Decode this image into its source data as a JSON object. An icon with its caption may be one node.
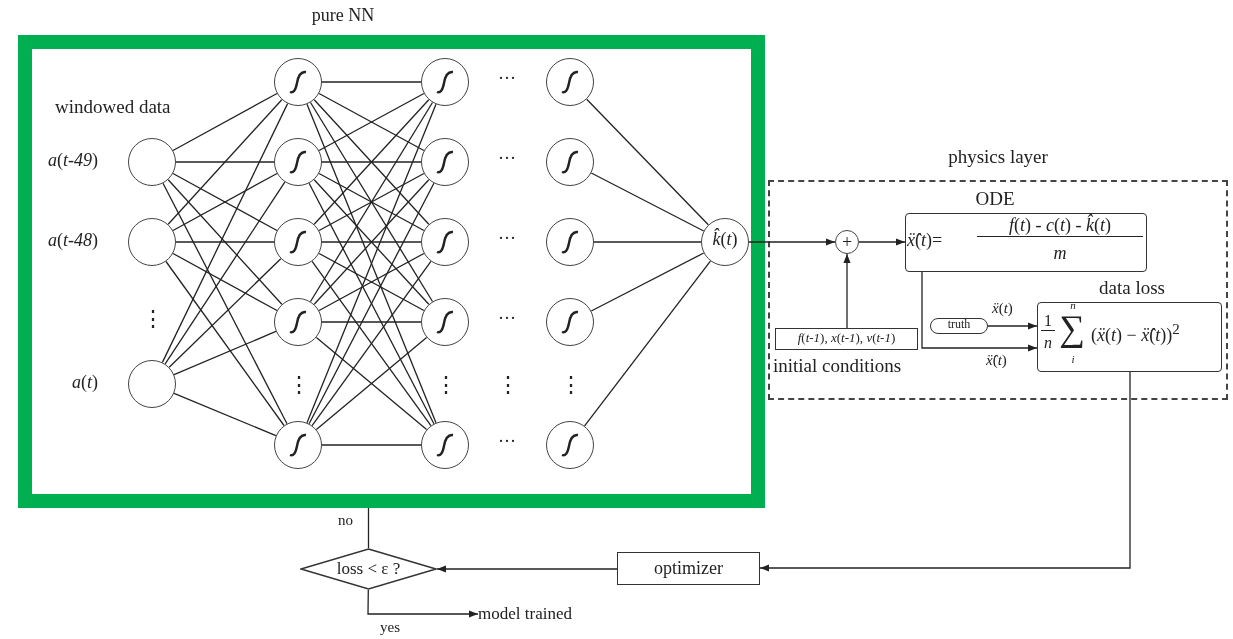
{
  "diagram": {
    "nodes": [
      {
        "text": [
          "pure NN"
        ]
      },
      {
        "text": [],
        "shape": "circle",
        "in": 0,
        "beside": [
          "*a*(*t-49*)"
        ]
      },
      {
        "text": [],
        "shape": "circle",
        "in": 0,
        "beside": [
          "*a*(*t-48*)"
        ]
      },
      {
        "text": [],
        "shape": "circle",
        "in": 0,
        "beside": [
          "*a*(*t*)"
        ]
      },
      {
        "text": [],
        "shape": "circle",
        "in": 0
      },
      {
        "text": [],
        "shape": "circle",
        "in": 0
      },
      {
        "text": [],
        "shape": "circle",
        "in": 0
      },
      {
        "text": [],
        "shape": "circle",
        "in": 0
      },
      {
        "text": [],
        "shape": "circle",
        "in": 0
      },
      {
        "text": [],
        "shape": "circle",
        "in": 0
      },
      {
        "text": [],
        "shape": "circle",
        "in": 0
      },
      {
        "text": [],
        "shape": "circle",
        "in": 0
      },
      {
        "text": [],
        "shape": "circle",
        "in": 0
      },
      {
        "text": [],
        "shape": "circle",
        "in": 0
      },
      {
        "text": [],
        "shape": "circle",
        "in": 0
      },
      {
        "text": [],
        "shape": "circle",
        "in": 0
      },
      {
        "text": [],
        "shape": "circle",
        "in": 0
      },
      {
        "text": [],
        "shape": "circle",
        "in": 0
      },
      {
        "text": [],
        "shape": "circle",
        "in": 0
      },
      {
        "text": [
          "*k̂*(*t*)"
        ],
        "in": 0
      },
      {
        "text": [
          "physics layer"
        ]
      },
      {
        "text": [
          "+"
        ],
        "in": 20
      },
      {
        "text": [
          "ODE",
          "*ẍ̂*(*t*)=",
          "*f*(*t*) - *c*(*t*) - *k̂*(*t*)",
          "*m*"
        ],
        "in": 20
      },
      {
        "text": [
          "*f*(*t-1*), *x*(*t-1*), *v*(*t-1*)",
          "initial conditions"
        ],
        "in": 20
      },
      {
        "text": [
          "truth"
        ],
        "in": 20
      },
      {
        "text": [
          "data loss",
          "1",
          "*n*",
          "*n*",
          "∑",
          "*i*",
          "(*ẍ*(*t*) − *ẍ̂*(*t*))$^{2}$"
        ],
        "in": 20
      },
      {
        "text": [
          "optimizer"
        ]
      },
      {
        "text": [
          "loss < ε ?"
        ]
      },
      {
        "text": [
          "model trained"
        ]
      }
    ],
    "edges": [
      {
        "from": 1,
        "to": 4,
        "arrow": "none"
      },
      {
        "from": 1,
        "to": 5,
        "arrow": "none"
      },
      {
        "from": 1,
        "to": 6,
        "arrow": "none"
      },
      {
        "from": 1,
        "to": 7,
        "arrow": "none"
      },
      {
        "from": 1,
        "to": 8,
        "arrow": "none"
      },
      {
        "from": 2,
        "to": 4,
        "arrow": "none"
      },
      {
        "from": 2,
        "to": 5,
        "arrow": "none"
      },
      {
        "from": 2,
        "to": 6,
        "arrow": "none"
      },
      {
        "from": 2,
        "to": 7,
        "arrow": "none"
      },
      {
        "from": 2,
        "to": 8,
        "arrow": "none"
      },
      {
        "from": 3,
        "to": 4,
        "arrow": "none"
      },
      {
        "from": 3,
        "to": 5,
        "arrow": "none"
      },
      {
        "from": 3,
        "to": 6,
        "arrow": "none"
      },
      {
        "from": 3,
        "to": 7,
        "arrow": "none"
      },
      {
        "from": 3,
        "to": 8,
        "arrow": "none"
      },
      {
        "from": 4,
        "to": 9,
        "arrow": "none"
      },
      {
        "from": 4,
        "to": 10,
        "arrow": "none"
      },
      {
        "from": 4,
        "to": 11,
        "arrow": "none"
      },
      {
        "from": 4,
        "to": 12,
        "arrow": "none"
      },
      {
        "from": 4,
        "to": 13,
        "arrow": "none"
      },
      {
        "from": 5,
        "to": 9,
        "arrow": "none"
      },
      {
        "from": 5,
        "to": 10,
        "arrow": "none"
      },
      {
        "from": 5,
        "to": 11,
        "arrow": "none"
      },
      {
        "from": 5,
        "to": 12,
        "arrow": "none"
      },
      {
        "from": 5,
        "to": 13,
        "arrow": "none"
      },
      {
        "from": 6,
        "to": 9,
        "arrow": "none"
      },
      {
        "from": 6,
        "to": 10,
        "arrow": "none"
      },
      {
        "from": 6,
        "to": 11,
        "arrow": "none"
      },
      {
        "from": 6,
        "to": 12,
        "arrow": "none"
      },
      {
        "from": 6,
        "to": 13,
        "arrow": "none"
      },
      {
        "from": 7,
        "to": 9,
        "arrow": "none"
      },
      {
        "from": 7,
        "to": 10,
        "arrow": "none"
      },
      {
        "from": 7,
        "to": 11,
        "arrow": "none"
      },
      {
        "from": 7,
        "to": 12,
        "arrow": "none"
      },
      {
        "from": 7,
        "to": 13,
        "arrow": "none"
      },
      {
        "from": 8,
        "to": 9,
        "arrow": "none"
      },
      {
        "from": 8,
        "to": 10,
        "arrow": "none"
      },
      {
        "from": 8,
        "to": 11,
        "arrow": "none"
      },
      {
        "from": 8,
        "to": 12,
        "arrow": "none"
      },
      {
        "from": 8,
        "to": 13,
        "arrow": "none"
      },
      {
        "from": 14,
        "to": 19,
        "arrow": "none"
      },
      {
        "from": 15,
        "to": 19,
        "arrow": "none"
      },
      {
        "from": 16,
        "to": 19,
        "arrow": "none"
      },
      {
        "from": 17,
        "to": 19,
        "arrow": "none"
      },
      {
        "from": 18,
        "to": 19,
        "arrow": "none"
      },
      {
        "from": 19,
        "to": 21,
        "arrow": "to"
      },
      {
        "from": 23,
        "to": 21,
        "arrow": "to"
      },
      {
        "from": 21,
        "to": 22,
        "arrow": "to"
      },
      {
        "from": 24,
        "to": 25,
        "arrow": "to",
        "label": "*ẍ*(*t*)"
      },
      {
        "from": 22,
        "to": 25,
        "arrow": "to",
        "label": "*ẍ̂*(*t*)"
      },
      {
        "from": 25,
        "to": 26,
        "arrow": "to"
      },
      {
        "from": 26,
        "to": 27,
        "arrow": "to"
      },
      {
        "from": 0,
        "to": 27,
        "arrow": "none",
        "label": "no"
      },
      {
        "from": 27,
        "to": 28,
        "arrow": "to",
        "label": "yes"
      }
    ],
    "labels": [
      "windowed data",
      "···",
      "···",
      "···",
      "···",
      "⋮",
      "⋮",
      "⋮",
      "⋮",
      "⋮",
      "···"
    ]
  }
}
